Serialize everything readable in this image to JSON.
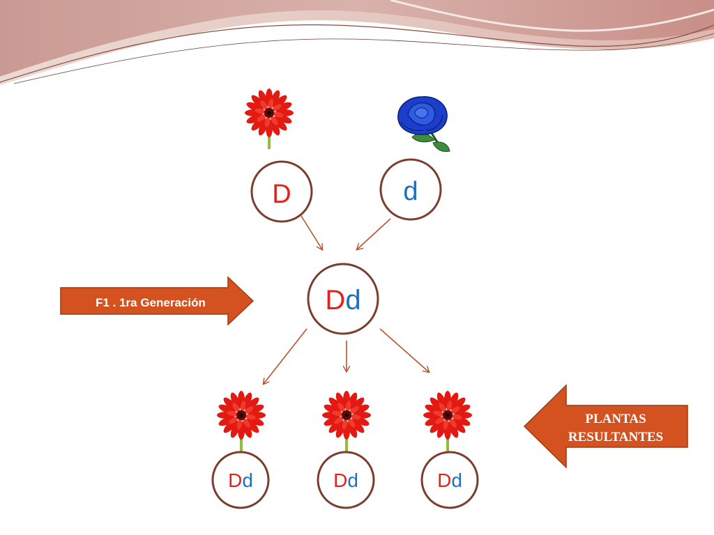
{
  "slide": {
    "parents": [
      {
        "id": "parent-dominant",
        "allele": "D",
        "flower": "red-gerbera-icon",
        "allele_color": "#e3211d"
      },
      {
        "id": "parent-recessive",
        "allele": "d",
        "flower": "blue-rose-icon",
        "allele_color": "#1f6fc0"
      }
    ],
    "f1": {
      "dominant": "D",
      "recessive": "d",
      "label": "F1 . 1ra Generación"
    },
    "offspring": [
      {
        "dominant": "D",
        "recessive": "d",
        "flower": "red-gerbera-icon"
      },
      {
        "dominant": "D",
        "recessive": "d",
        "flower": "red-gerbera-icon"
      },
      {
        "dominant": "D",
        "recessive": "d",
        "flower": "red-gerbera-icon"
      }
    ],
    "result_label": {
      "line1": "PLANTAS",
      "line2": "RESULTANTES"
    },
    "colors": {
      "dominant": "#e3211d",
      "recessive": "#1f6fc0",
      "circle_stroke": "#7a3d2e",
      "arrow_fill": "#d4521f",
      "connector": "#b8512e"
    }
  }
}
